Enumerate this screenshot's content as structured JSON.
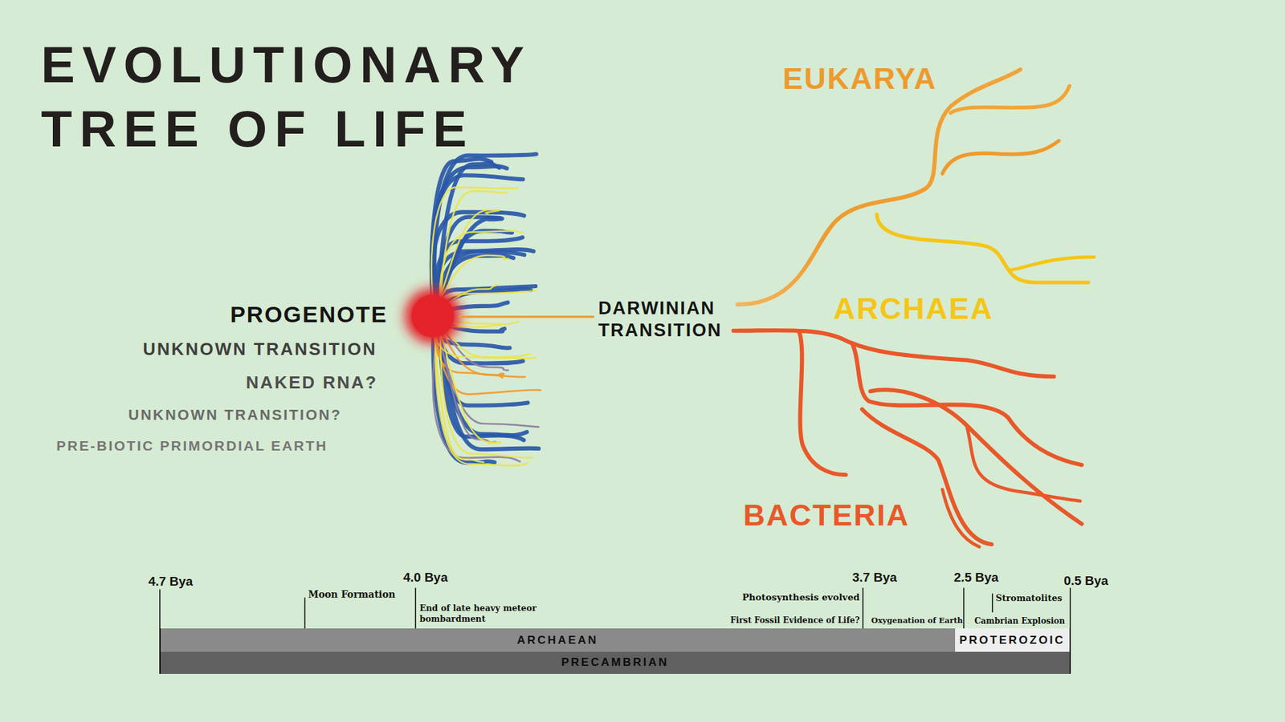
{
  "diagram": {
    "title": "EVOLUTIONARY TREE OF LIFE",
    "nodes": [
      {
        "text": [
          "ARCHAEAN"
        ]
      },
      {
        "text": [
          "PROTEROZOIC"
        ]
      },
      {
        "text": [
          "PRECAMBRIAN"
        ]
      }
    ],
    "labels": [
      "EUKARYA",
      "PROGENOTE",
      "UNKNOWN TRANSITION",
      "NAKED RNA?",
      "UNKNOWN TRANSITION?",
      "PRE-BIOTIC PRIMORDIAL EARTH",
      "DARWINIAN TRANSITION",
      "ARCHAEA",
      "BACTERIA",
      "4.7 Bya",
      "Moon Formation",
      "4.0 Bya",
      "End of late heavy meteor bombardment",
      "Photosynthesis evolved",
      "First Fossil Evidence of Life?",
      "3.7 Bya",
      "Oxygenation of Earth",
      "2.5 Bya",
      "Stromatolites",
      "Cambrian Explosion",
      "0.5 Bya"
    ]
  }
}
